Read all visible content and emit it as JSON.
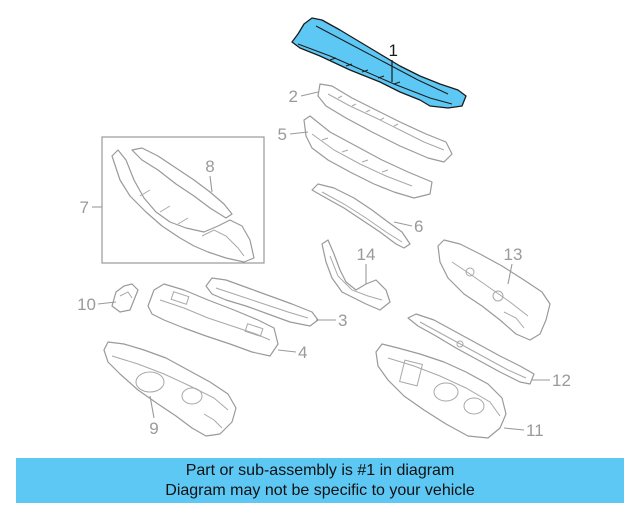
{
  "callouts": {
    "c1": "1",
    "c2": "2",
    "c3": "3",
    "c4": "4",
    "c5": "5",
    "c6": "6",
    "c7": "7",
    "c8": "8",
    "c9": "9",
    "c10": "10",
    "c11": "11",
    "c12": "12",
    "c13": "13",
    "c14": "14"
  },
  "highlighted_part": "1",
  "colors": {
    "highlight": "#5ec8f5",
    "line": "#9a9a9a",
    "active_line": "#1b1b1b"
  },
  "banner": {
    "line1": "Part or sub-assembly is #1 in diagram",
    "line2": "Diagram may not be specific to your vehicle"
  }
}
